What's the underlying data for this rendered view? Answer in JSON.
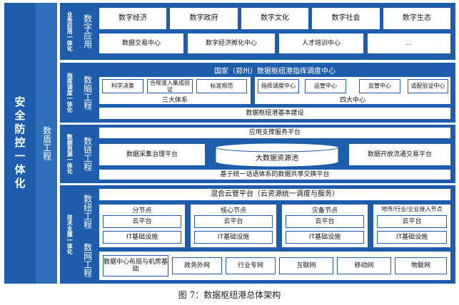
{
  "left": {
    "title": "安全防控一体化",
    "mid": "数盾工程"
  },
  "layer1": {
    "tag": "业务应用一体化",
    "side": "数字应用",
    "row1": [
      "数字经济",
      "数字政府",
      "数字文化",
      "数字社会",
      "数字生态"
    ],
    "row2": [
      "数据交易中心",
      "数字经济孵化中心",
      "人才培训中心",
      "..."
    ]
  },
  "layer2": {
    "tag": "指挥调度一体化",
    "side": "数脑工程",
    "header": "国家（郑州）数据枢纽港指挥调度中心",
    "systems": [
      "科学决策",
      "合规准入集成验证",
      "标准规范"
    ],
    "systems_label": "三大体系",
    "centers": [
      "指挥调度中心",
      "运管中心",
      "监管中心",
      "适配验证中心"
    ],
    "centers_label": "四大中心",
    "base": "数据枢纽港基本建设"
  },
  "layer3": {
    "tag": "数据资源一体化",
    "side": "数链工程",
    "top": "应用支撑服务平台",
    "left": "数据采集治理平台",
    "pool": "大数据资源池",
    "right": "数据开放流通交易平台",
    "bottom": "基于统一话语体系的数据共享交换平台"
  },
  "layer4": {
    "tag": "技术支撑一体化",
    "side1": "数纽工程",
    "side2": "数网工程",
    "cloudmgmt": "混合云管平台（云资源统一调度与服务）",
    "nodes": [
      {
        "title": "分节点",
        "a": "云平台",
        "b": "IT基础设施"
      },
      {
        "title": "核心节点",
        "a": "云平台",
        "b": "IT基础设施"
      },
      {
        "title": "灾备节点",
        "a": "云平台",
        "b": "IT基础设施"
      },
      {
        "title": "地市/行业/企业接入节点",
        "a": "云平台",
        "b": "IT基础设施"
      }
    ],
    "networks": [
      "数据中心布局与机房基础",
      "政务外网",
      "行业专网",
      "互联网",
      "移动网",
      "物联网"
    ]
  },
  "caption": "图 7：数据枢纽港总体架构"
}
